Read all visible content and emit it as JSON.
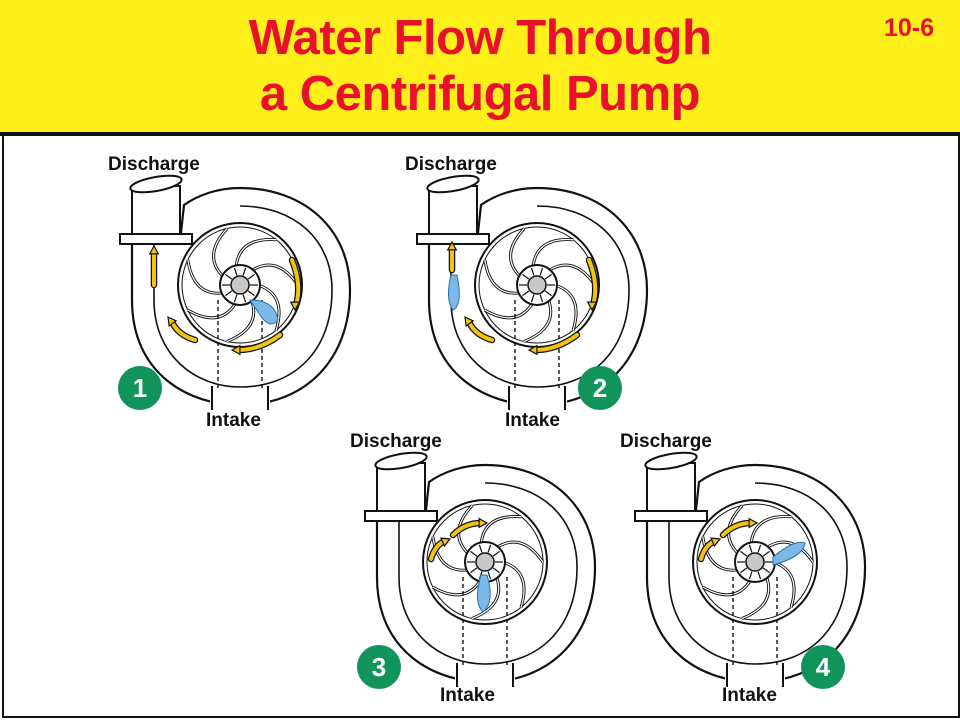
{
  "header": {
    "title_line1": "Water Flow Through",
    "title_line2": "a Centrifugal Pump",
    "slide_number": "10-6"
  },
  "colors": {
    "title": "#e8102a",
    "header_bg": "#ffef1a",
    "arrow": "#f2c40e",
    "water": "#7db9e8",
    "badge": "#11945a"
  },
  "panels": [
    {
      "number": "1",
      "discharge_label": "Discharge",
      "intake_label": "Intake"
    },
    {
      "number": "2",
      "discharge_label": "Discharge",
      "intake_label": "Intake"
    },
    {
      "number": "3",
      "discharge_label": "Discharge",
      "intake_label": "Intake"
    },
    {
      "number": "4",
      "discharge_label": "Discharge",
      "intake_label": "Intake"
    }
  ]
}
